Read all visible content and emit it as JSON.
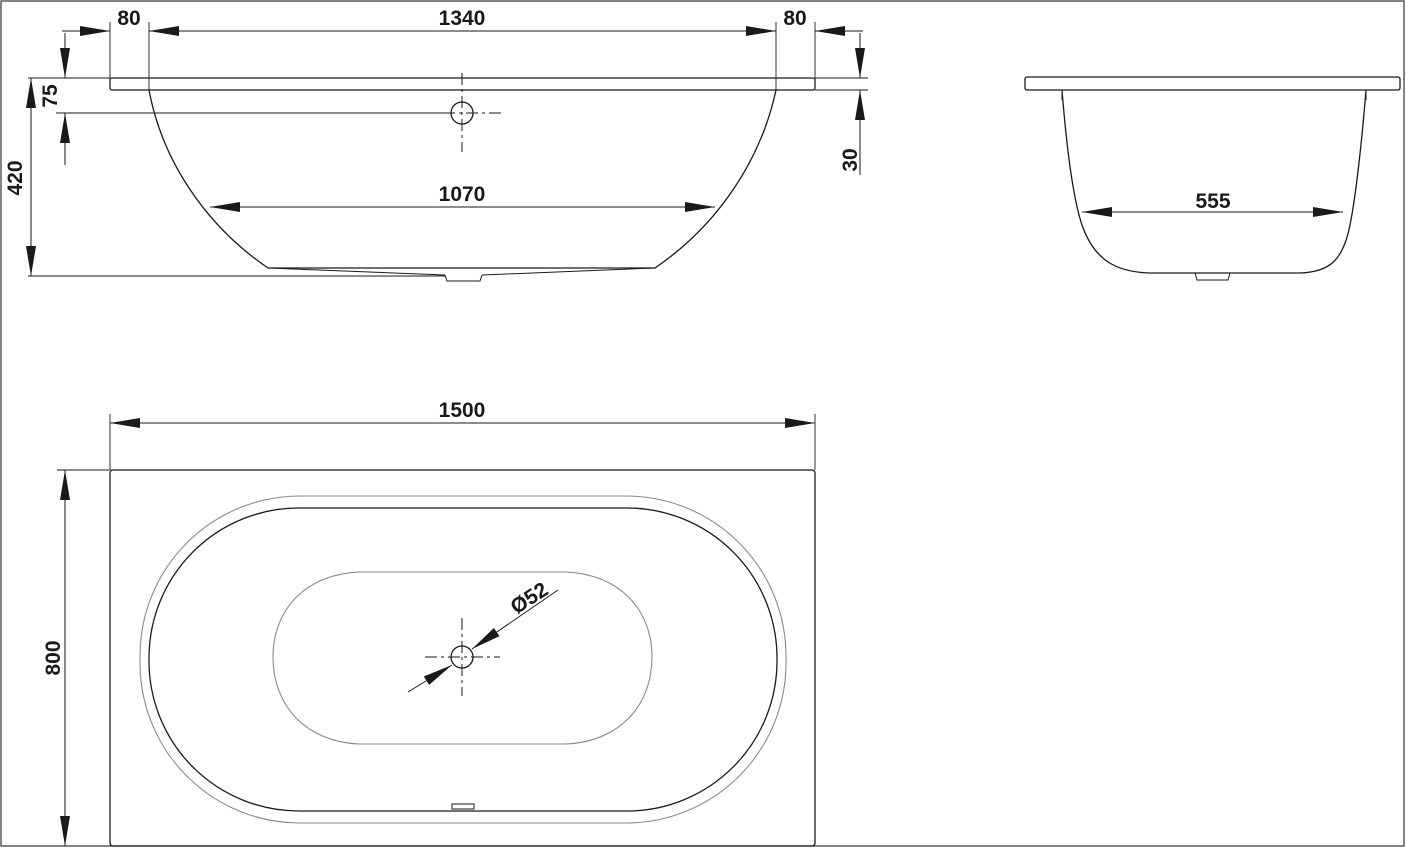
{
  "dimensions": {
    "side_rim_left": "80",
    "side_inner_length": "1340",
    "side_rim_right": "80",
    "overflow_height": "75",
    "total_depth": "420",
    "rim_thickness": "30",
    "bottom_length": "1070",
    "end_bottom_width": "555",
    "total_length": "1500",
    "total_width": "800",
    "drain_diameter": "Ø52"
  }
}
